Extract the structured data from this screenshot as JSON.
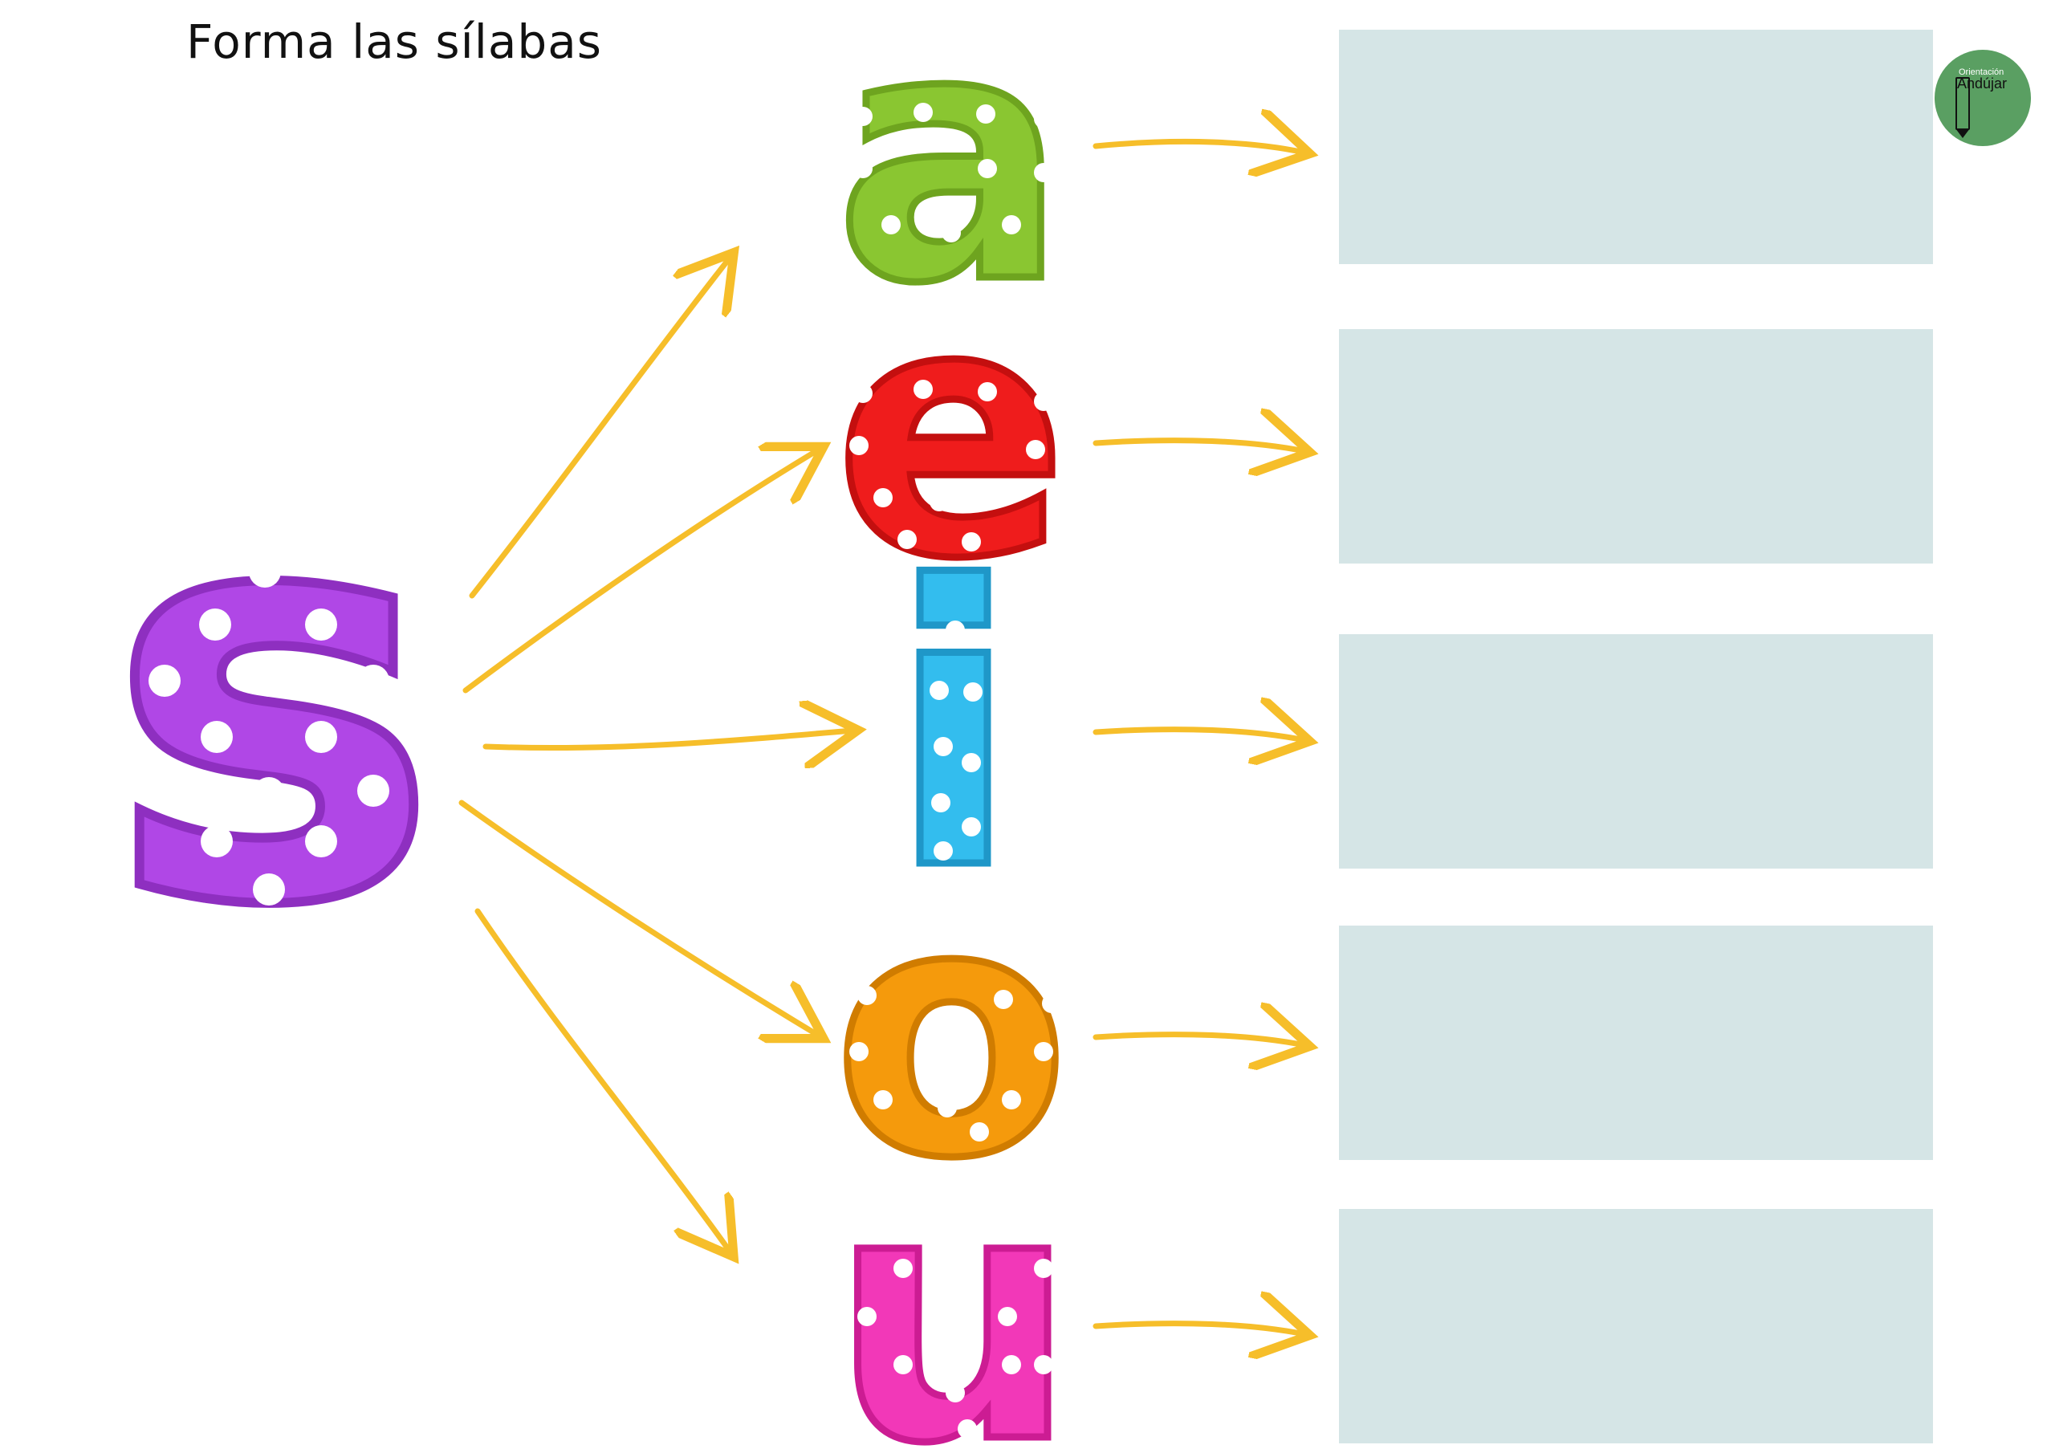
{
  "title": "Forma las sílabas",
  "logo": {
    "line1": "Orientación",
    "line2": "Andújar"
  },
  "consonant": {
    "char": "s",
    "color": "#b047e6",
    "outline": "#8e2fc0"
  },
  "vowels": [
    {
      "char": "a",
      "color": "#8ac631",
      "outline": "#6ea41f"
    },
    {
      "char": "e",
      "color": "#ef1c1c",
      "outline": "#c40f0f"
    },
    {
      "char": "i",
      "color": "#33bdee",
      "outline": "#1f97c8"
    },
    {
      "char": "o",
      "color": "#f59a0c",
      "outline": "#d07c00"
    },
    {
      "char": "u",
      "color": "#f238b8",
      "outline": "#cc1c93"
    }
  ],
  "colors": {
    "arrow": "#f6be2a",
    "answer_box": "#d5e5e6",
    "logo": "#5a9f62"
  }
}
